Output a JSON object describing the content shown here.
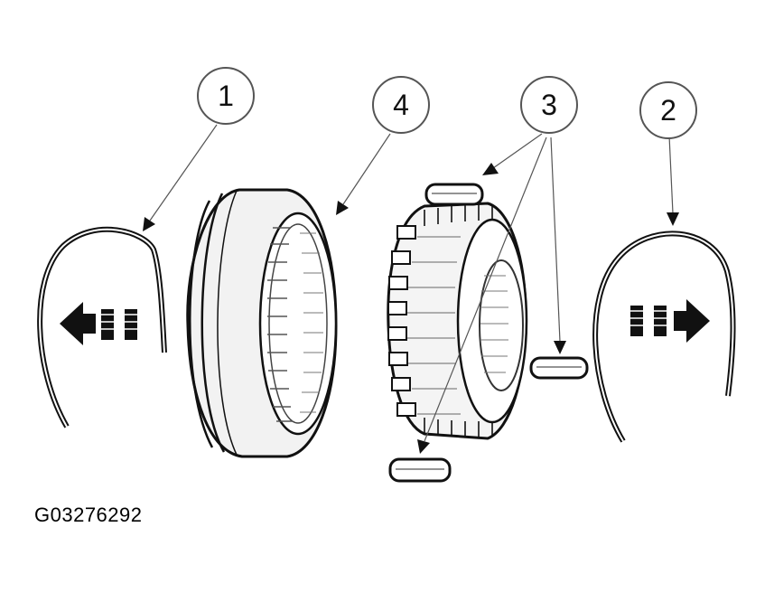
{
  "figure_id": "G03276292",
  "callouts": [
    {
      "label": "1",
      "part": "snap-ring-left"
    },
    {
      "label": "4",
      "part": "synchronizer-sleeve"
    },
    {
      "label": "3",
      "part": "synchronizer-keys"
    },
    {
      "label": "2",
      "part": "snap-ring-right"
    }
  ],
  "colors": {
    "ink": "#111111",
    "leader": "#666666",
    "background": "#ffffff"
  },
  "icons": [
    "arrow-left-icon",
    "arrow-right-icon"
  ]
}
